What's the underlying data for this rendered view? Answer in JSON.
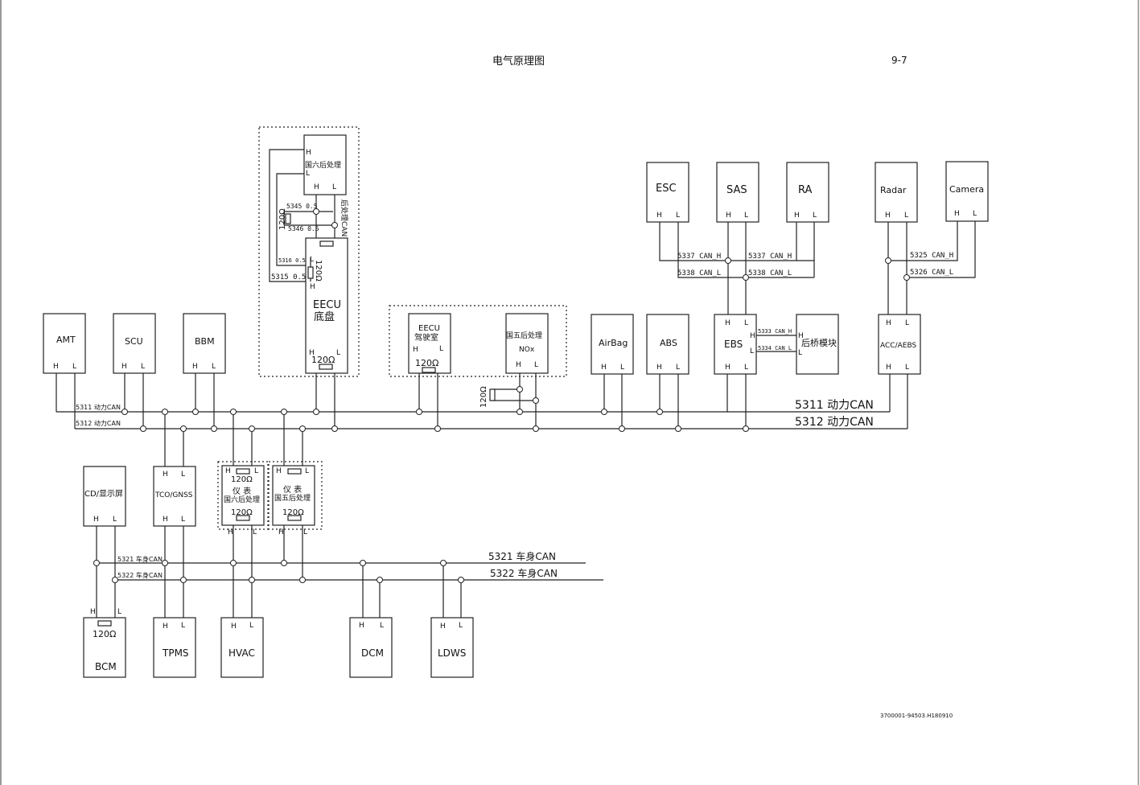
{
  "header": {
    "title": "电气原理图",
    "page": "9-7"
  },
  "footer": {
    "doc_code": "3700001-94503.H180910"
  },
  "buses": {
    "b5311": "5311 动力CAN",
    "b5312": "5312 动力CAN",
    "b5321": "5321 车身CAN",
    "b5322": "5322 车身CAN",
    "b5311_small": "5311 动力CAN",
    "b5312_small": "5312 动力CAN",
    "b5321_small": "5321 车身CAN",
    "b5322_small": "5322 车身CAN"
  },
  "wires": {
    "w5345": "5345 0.5",
    "w5346": "5346 0.5",
    "w5316": "5316 0.5",
    "w5315": "5315 0.5",
    "w5337a": "5337 CAN_H",
    "w5337b": "5337 CAN_H",
    "w5338a": "5338 CAN_L",
    "w5338b": "5338 CAN_L",
    "w5325": "5325 CAN_H",
    "w5326": "5326 CAN_L",
    "w5333": "5333 CAN_H",
    "w5334": "5334 CAN_L",
    "posttreat_can": "后处理CAN"
  },
  "common": {
    "h": "H",
    "l": "L",
    "ohm": "120Ω"
  },
  "modules": {
    "amt": "AMT",
    "scu": "SCU",
    "bbm": "BBM",
    "guoliu": "国六后处理",
    "eecu_chassis_1": "EECU",
    "eecu_chassis_2": "底盘",
    "eecu_cab_1": "EECU",
    "eecu_cab_2": "驾驶室",
    "guowu_nox_1": "国五后处理",
    "guowu_nox_2": "NOx",
    "airbag": "AirBag",
    "abs": "ABS",
    "ebs": "EBS",
    "rear_axle": "后桥模块",
    "acc": "ACC/AEBS",
    "esc": "ESC",
    "sas": "SAS",
    "ra": "RA",
    "radar": "Radar",
    "camera": "Camera",
    "cd": "CD/显示屏",
    "tco": "TCO/GNSS",
    "inst6_1": "仪 表",
    "inst6_2": "国六后处理",
    "inst5_1": "仪 表",
    "inst5_2": "国五后处理",
    "bcm": "BCM",
    "tpms": "TPMS",
    "hvac": "HVAC",
    "dcm": "DCM",
    "ldws": "LDWS"
  }
}
